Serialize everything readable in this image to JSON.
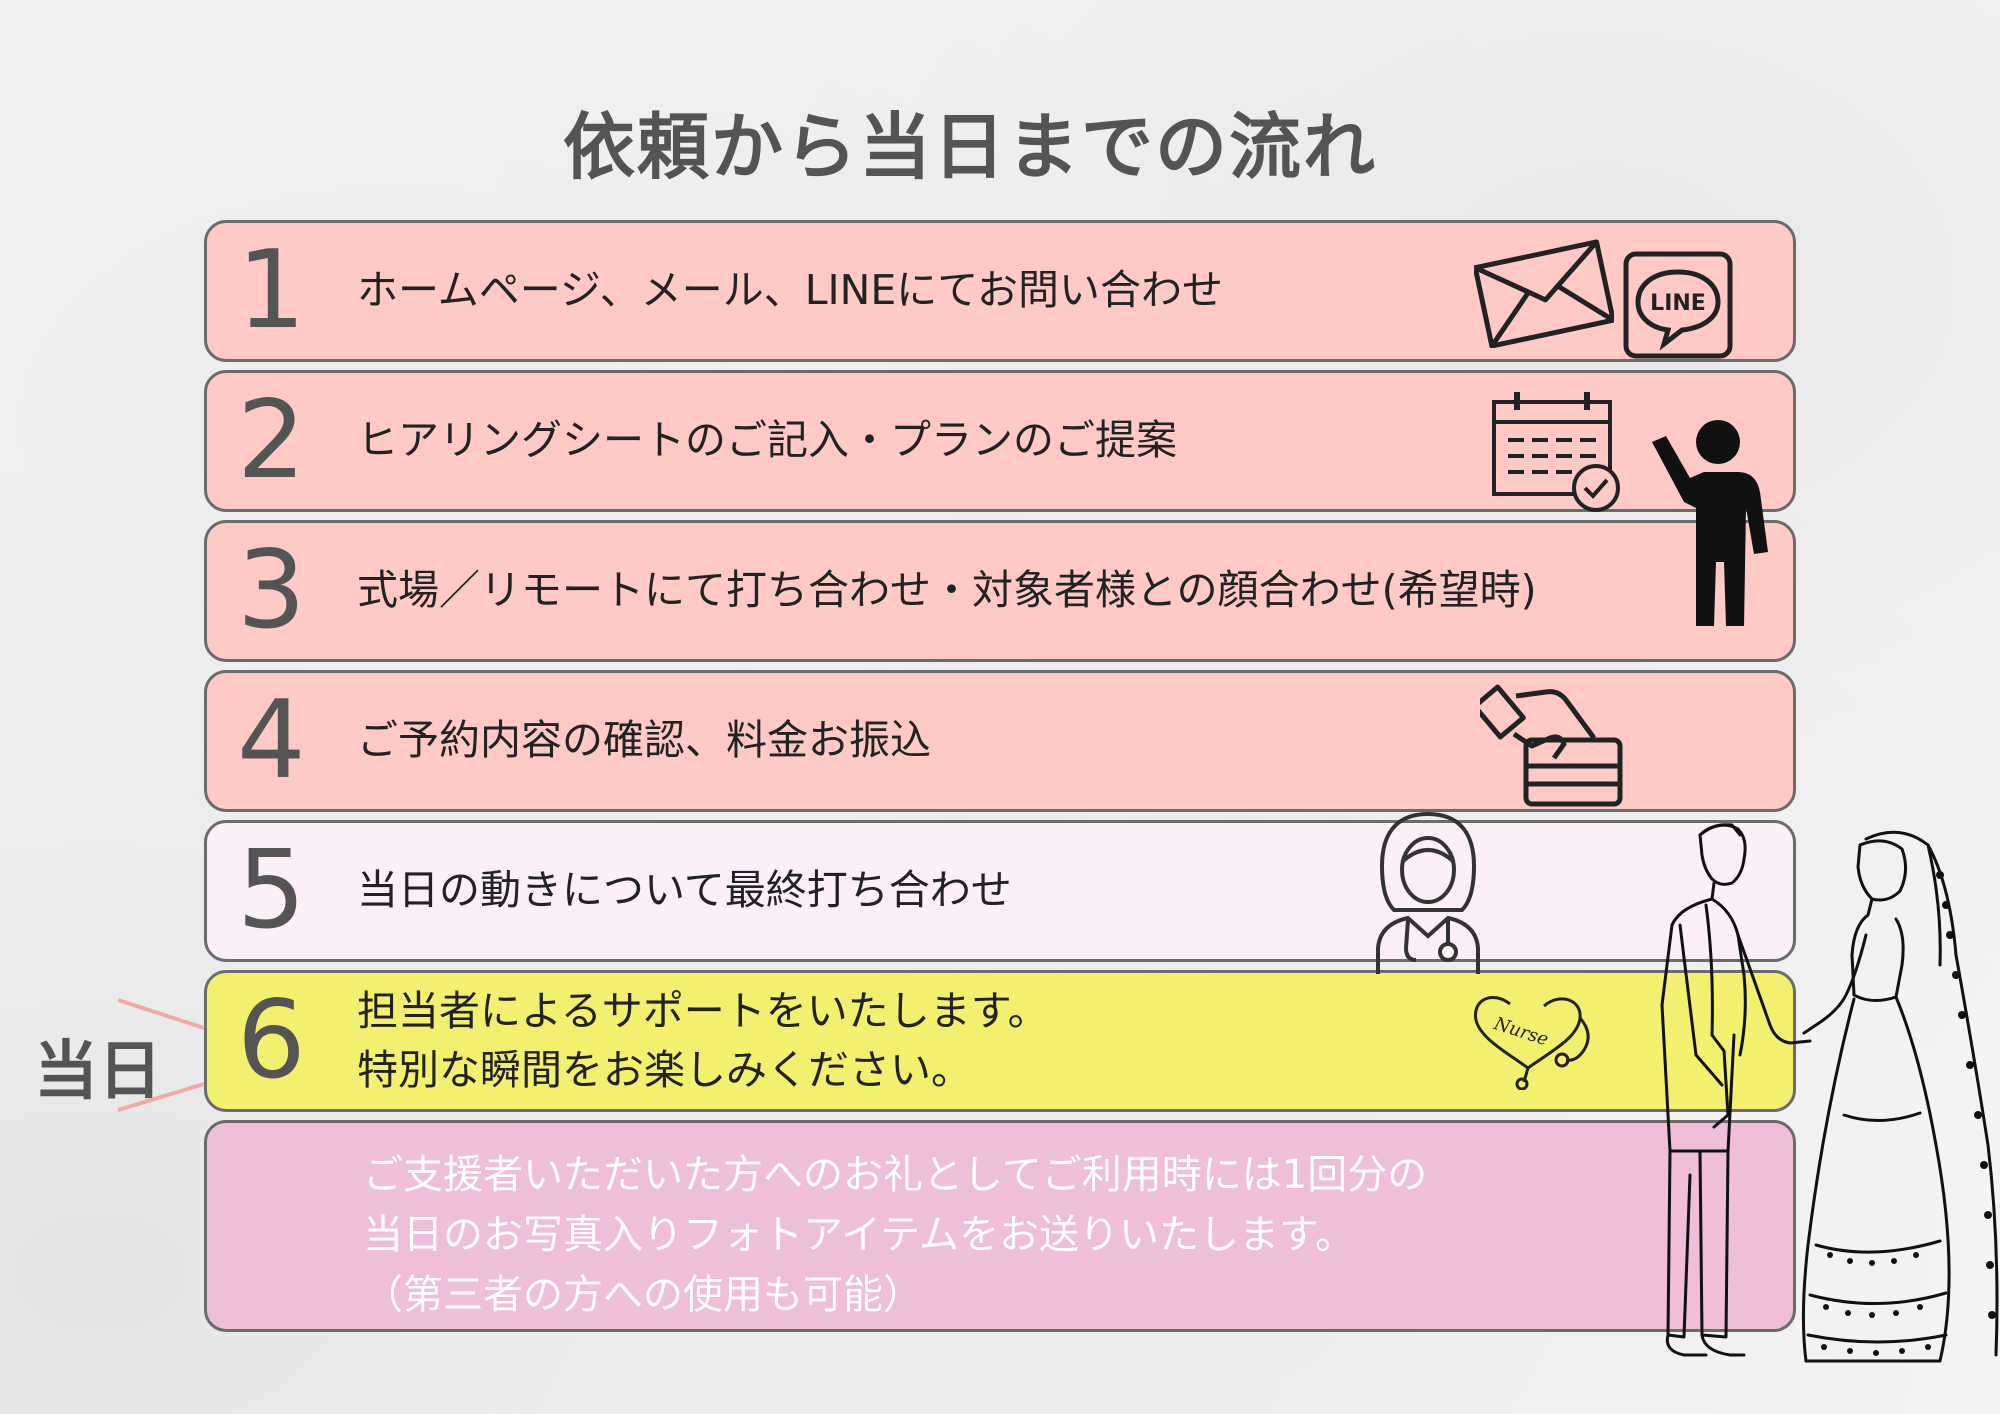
{
  "title": "依頼から当日までの流れ",
  "steps": [
    {
      "number": "1",
      "text": "ホームページ、メール、LINEにてお問い合わせ"
    },
    {
      "number": "2",
      "text": "ヒアリングシートのご記入・プランのご提案"
    },
    {
      "number": "3",
      "text": "式場／リモートにて打ち合わせ・対象者様との顔合わせ(希望時)"
    },
    {
      "number": "4",
      "text": "ご予約内容の確認、料金お振込"
    },
    {
      "number": "5",
      "text": "当日の動きについて最終打ち合わせ"
    },
    {
      "number": "6",
      "text_line1": "担当者によるサポートをいたします。",
      "text_line2": "特別な瞬間をお楽しみください。"
    }
  ],
  "day_label": "当日",
  "note": {
    "line1": "ご支援者いただいた方へのお礼としてご利用時には1回分の",
    "line2": "当日のお写真入りフォトアイテムをお送りいたします。",
    "line3": "（第三者の方への使用も可能）"
  },
  "icons": {
    "line_badge": "LINE",
    "heart_script": "Nurse"
  },
  "colors": {
    "pink": "#ffc9c6",
    "lavender": "#fbeff8",
    "yellow": "#f4f06f",
    "note_pink": "#efbed9",
    "text_gray": "#545454",
    "accent_line": "#f2a9a2"
  }
}
